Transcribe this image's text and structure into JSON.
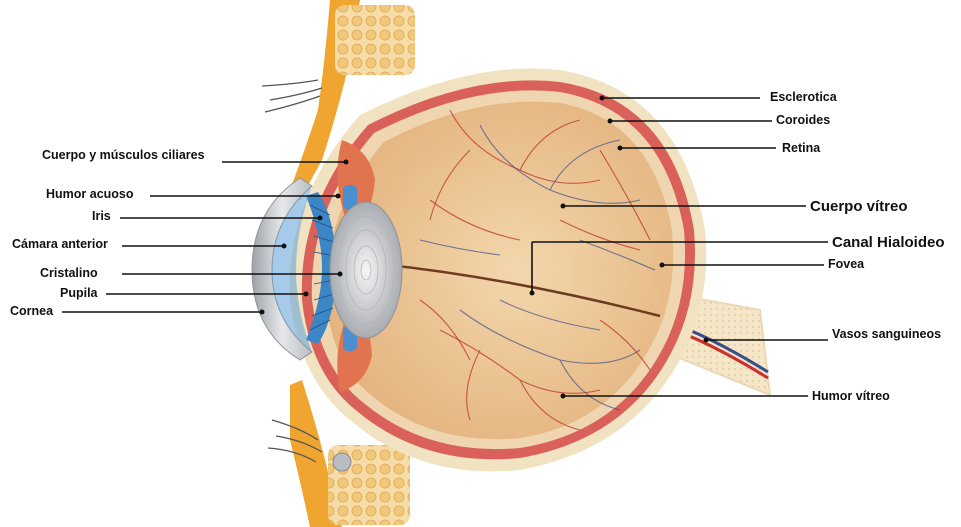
{
  "labels": {
    "esclerotica": "Esclerotica",
    "coroides": "Coroides",
    "retina": "Retina",
    "cuerpo_vitreo": "Cuerpo vítreo",
    "canal_hialoideo": "Canal Hialoideo",
    "fovea": "Fovea",
    "vasos_sanguineos": "Vasos sanguineos",
    "humor_vitreo": "Humor vítreo",
    "cuerpo_musculos_ciliares": "Cuerpo y músculos ciliares",
    "humor_acuoso": "Humor acuoso",
    "iris": "Iris",
    "camara_anterior": "Cámara anterior",
    "cristalino": "Cristalino",
    "pupila": "Pupila",
    "cornea": "Cornea"
  },
  "colors": {
    "sclera": "#f1e3c2",
    "choroid": "#d9615a",
    "retina_band": "#efd6b0",
    "vitreous": "#ebc594",
    "ciliary": "#e2734f",
    "iris": "#3d86c6",
    "lens": "#d3d5d8",
    "cornea": "#c9ccd0",
    "eyelid": "#f0a531",
    "fat": "#f2d59a"
  }
}
